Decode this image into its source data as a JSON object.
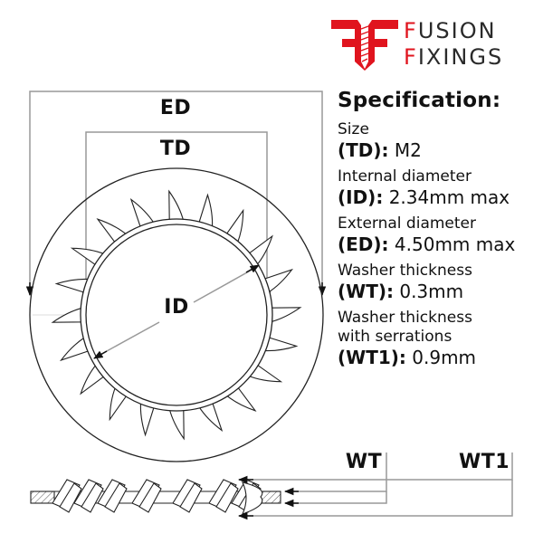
{
  "brand": {
    "name_line1": "FUSION",
    "name_line2": "FIXINGS",
    "accent_color": "#e0141e",
    "icon": "ff-screw-logo-icon"
  },
  "diagram": {
    "labels": {
      "ed": "ED",
      "td": "TD",
      "id": "ID",
      "wt": "WT",
      "wt1": "WT1"
    }
  },
  "specification": {
    "title": "Specification:",
    "items": [
      {
        "label": "Size",
        "code": "(TD):",
        "value": "M2"
      },
      {
        "label": "Internal diameter",
        "code": "(ID):",
        "value": "2.34mm max"
      },
      {
        "label": "External diameter",
        "code": "(ED):",
        "value": "4.50mm max"
      },
      {
        "label": "Washer thickness",
        "code": "(WT):",
        "value": "0.3mm"
      },
      {
        "label": "Washer thickness with serrations",
        "label_line1": "Washer thickness",
        "label_line2": "with serrations",
        "code": "(WT1):",
        "value": "0.9mm"
      }
    ]
  }
}
